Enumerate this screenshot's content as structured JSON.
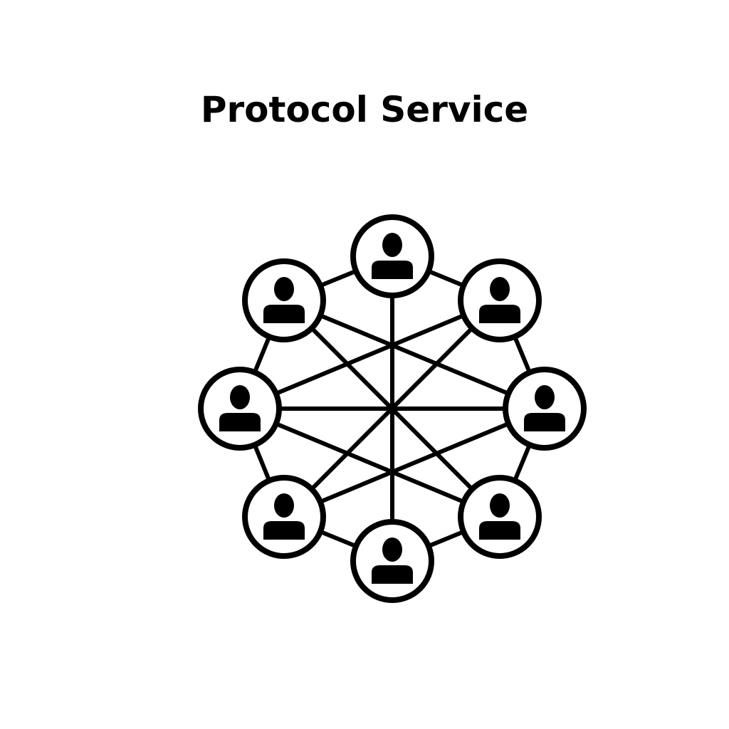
{
  "title": "Protocol Service",
  "colors": {
    "stroke": "#000000",
    "fill": "#ffffff",
    "background": "#ffffff"
  },
  "diagram": {
    "nodes": [
      {
        "id": "top",
        "icon": "user-icon"
      },
      {
        "id": "top-right",
        "icon": "user-icon"
      },
      {
        "id": "right",
        "icon": "user-icon"
      },
      {
        "id": "bottom-right",
        "icon": "user-icon"
      },
      {
        "id": "bottom",
        "icon": "user-icon"
      },
      {
        "id": "bottom-left",
        "icon": "user-icon"
      },
      {
        "id": "left",
        "icon": "user-icon"
      },
      {
        "id": "top-left",
        "icon": "user-icon"
      }
    ],
    "ring_edges": [
      [
        "top",
        "top-right"
      ],
      [
        "top-right",
        "right"
      ],
      [
        "right",
        "bottom-right"
      ],
      [
        "bottom-right",
        "bottom"
      ],
      [
        "bottom",
        "bottom-left"
      ],
      [
        "bottom-left",
        "left"
      ],
      [
        "left",
        "top-left"
      ],
      [
        "top-left",
        "top"
      ]
    ],
    "cross_edges": [
      [
        "top",
        "bottom"
      ],
      [
        "left",
        "right"
      ],
      [
        "top-left",
        "bottom-right"
      ],
      [
        "top-right",
        "bottom-left"
      ],
      [
        "top-left",
        "right"
      ],
      [
        "top-right",
        "left"
      ],
      [
        "bottom-left",
        "right"
      ],
      [
        "bottom-right",
        "left"
      ]
    ]
  }
}
